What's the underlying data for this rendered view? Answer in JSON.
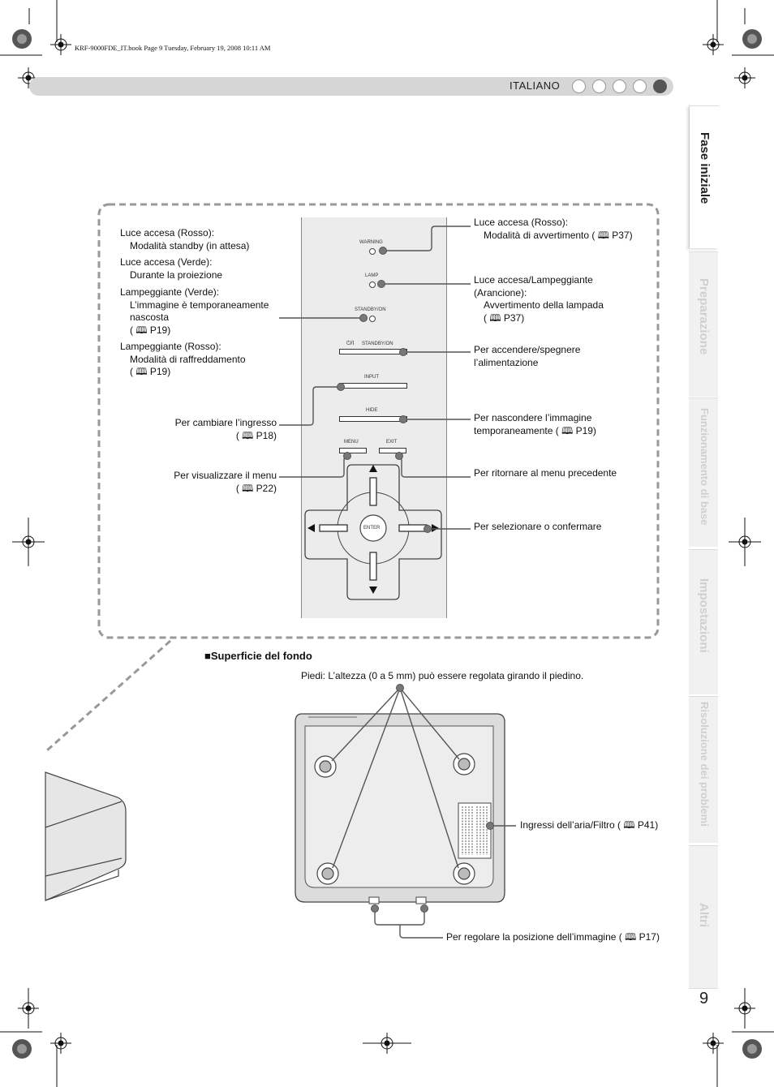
{
  "print_header": "KRF-9000FDE_IT.book  Page 9  Tuesday, February 19, 2008  10:11 AM",
  "language": "ITALIANO",
  "page_number": "9",
  "side_tabs": [
    {
      "label": "Fase iniziale",
      "active": true
    },
    {
      "label": "Preparazione",
      "active": false
    },
    {
      "label": "Funzionamento di base",
      "active": false
    },
    {
      "label": "Impostazioni",
      "active": false
    },
    {
      "label": "Risoluzione dei problemi",
      "active": false
    },
    {
      "label": "Altri",
      "active": false
    }
  ],
  "panel": {
    "warning": "WARNING",
    "lamp": "LAMP",
    "standby_on": "STANDBY/ON",
    "power_button": "STANDBY/ON",
    "power_symbol": "⏻/I",
    "input": "INPUT",
    "hide": "HIDE",
    "menu": "MENU",
    "exit": "EXIT",
    "enter": "ENTER"
  },
  "left_callouts": {
    "standby_title1": "Luce accesa (Rosso):",
    "standby_desc1": "Modalità standby (in attesa)",
    "standby_title2": "Luce accesa (Verde):",
    "standby_desc2": "Durante la proiezione",
    "standby_title3": "Lampeggiante (Verde):",
    "standby_desc3a": "L’immagine è temporaneamente",
    "standby_desc3b": "nascosta",
    "standby_ref3": "P19",
    "standby_title4": "Lampeggiante (Rosso):",
    "standby_desc4": "Modalità di raffreddamento",
    "standby_ref4": "P19",
    "input_text": "Per cambiare l’ingresso",
    "input_ref": "P18",
    "menu_text": "Per visualizzare il menu",
    "menu_ref": "P22"
  },
  "right_callouts": {
    "warning_title": "Luce accesa (Rosso):",
    "warning_desc": "Modalità di avvertimento (",
    "warning_ref": "P37",
    "lamp_title1": "Luce accesa/Lampeggiante",
    "lamp_title2": "(Arancione):",
    "lamp_desc": "Avvertimento della lampada",
    "lamp_ref": "P37",
    "power_text1": "Per accendere/spegnere",
    "power_text2": "l’alimentazione",
    "hide_text1": "Per nascondere l’immagine",
    "hide_text2": "temporaneamente (",
    "hide_ref": "P19",
    "exit_text": "Per ritornare al menu precedente",
    "enter_text": "Per selezionare o confermare"
  },
  "bottom": {
    "section_title": "Superficie del fondo",
    "feet_text": "Piedi: L’altezza (0 a 5 mm) può essere regolata girando il piedino.",
    "air_text": "Ingressi dell’aria/Filtro (",
    "air_ref": "P41",
    "adjust_text": "Per regolare la posizione dell’immagine (",
    "adjust_ref": "P17"
  }
}
